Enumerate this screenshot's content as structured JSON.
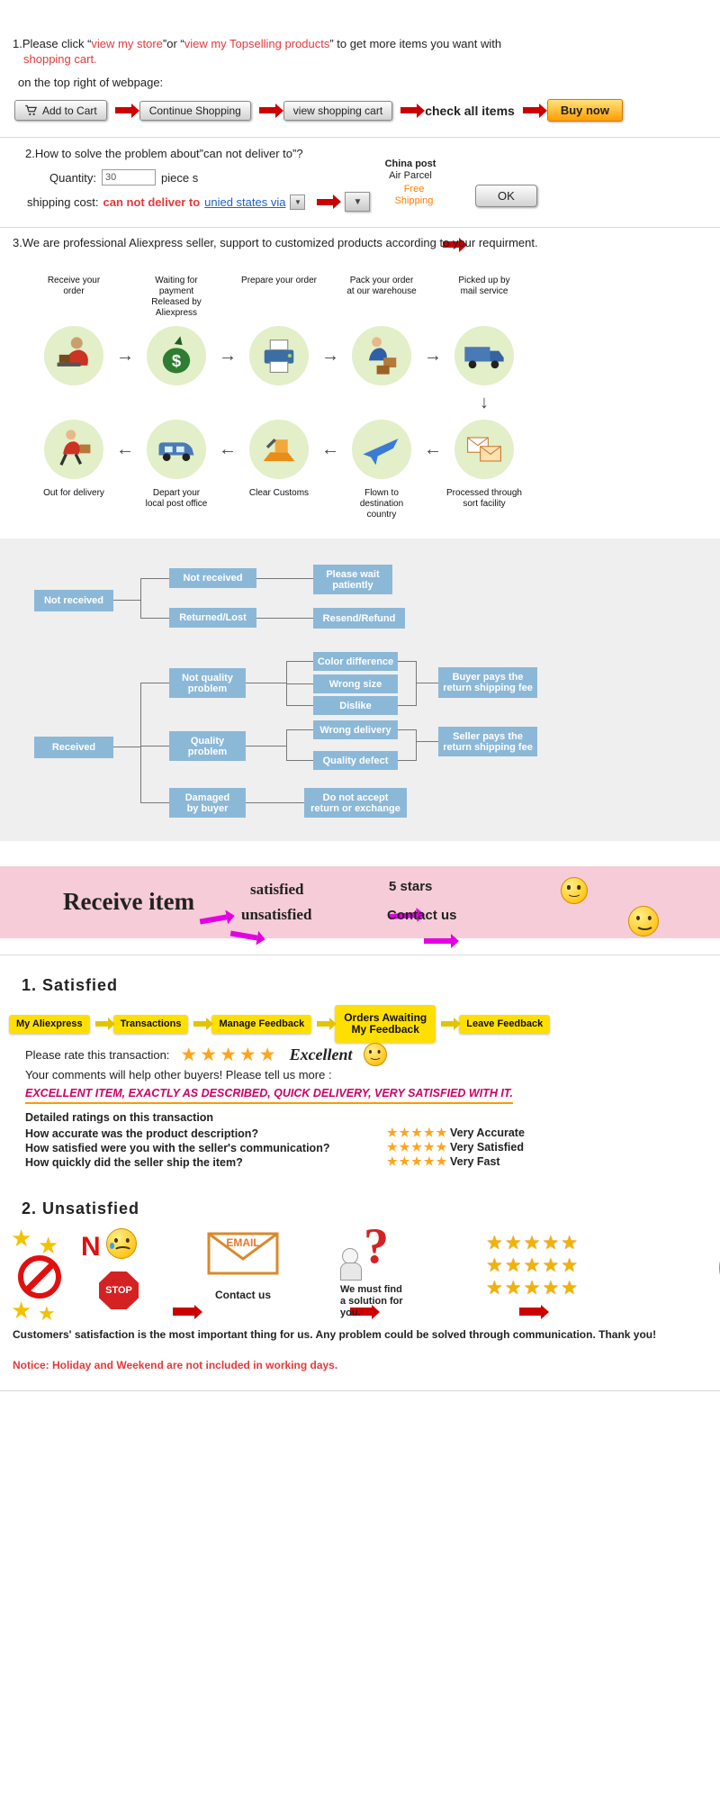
{
  "s1": {
    "t1": "1.Please click “",
    "link1": "view my store",
    "t2": "”or “",
    "link2": "view my Topselling products",
    "t3": "” to get more items you want with",
    "t4": "shopping cart.",
    "t5": "on the top right of webpage:",
    "buttons": {
      "add": "Add to Cart",
      "continue": "Continue Shopping",
      "view": "view shopping cart",
      "check": "check all items",
      "buy": "Buy now"
    }
  },
  "s2": {
    "heading": "2.How to solve the problem about”can not deliver to”?",
    "quantity_label": "Quantity:",
    "quantity_value": "30",
    "quantity_suffix": "piece s",
    "ship1": "shipping cost:",
    "ship_red": "can not deliver to",
    "ship_link": "unied states via",
    "china_post": "China post",
    "air_parcel": "Air Parcel",
    "free_shipping": "Free\nShipping",
    "ok": "OK"
  },
  "s3": {
    "heading": "3.We are professional Aliexpress seller, support to customized products according to your requirment.",
    "top_labels": [
      "Receive your order",
      "Waiting for payment\nReleased by Aliexpress",
      "Prepare your order",
      "Pack your order\nat our warehouse",
      "Picked up by\nmail service"
    ],
    "bottom_labels": [
      "Out for delivery",
      "Depart your\nlocal post office",
      "Clear Customs",
      "Flown to destination\ncountry",
      "Processed through\nsort facility"
    ]
  },
  "fc": {
    "root1": "Not received",
    "c1a": "Not received",
    "r1a": "Please wait\npatiently",
    "c1b": "Returned/Lost",
    "r1b": "Resend/Refund",
    "root2": "Received",
    "c2a": "Not quality\nproblem",
    "s_color": "Color difference",
    "s_size": "Wrong size",
    "s_dislike": "Dislike",
    "r2a": "Buyer pays the\nreturn shipping fee",
    "c2b": "Quality\nproblem",
    "s_delivery": "Wrong delivery",
    "s_defect": "Quality defect",
    "r2b": "Seller pays the\nreturn shipping fee",
    "c2c": "Damaged\nby buyer",
    "r2c": "Do not accept\nreturn or exchange"
  },
  "banner": {
    "title": "Receive item",
    "satisfied": "satisfied",
    "unsatisfied": "unsatisfied",
    "five_stars": "5 stars",
    "contact": "Contact us"
  },
  "satisfied": {
    "heading": "1. Satisfied",
    "nav": [
      "My Aliexpress",
      "Transactions",
      "Manage Feedback",
      "Orders Awaiting\nMy Feedback",
      "Leave Feedback"
    ],
    "rate_label": "Please rate this transaction:",
    "excellent": "Excellent",
    "comments": "Your comments will help other buyers! Please tell us more :",
    "example": "EXCELLENT ITEM, EXACTLY AS DESCRIBED, QUICK DELIVERY, VERY SATISFIED WITH IT.",
    "detailed": "Detailed ratings on this transaction",
    "ratings": [
      {
        "q": "How accurate was the product description?",
        "a": "Very Accurate"
      },
      {
        "q": "How satisfied were you with the seller's communication?",
        "a": "Very Satisfied"
      },
      {
        "q": "How quickly did the seller ship the item?",
        "a": "Very Fast"
      }
    ]
  },
  "unsatisfied": {
    "heading": "2. Unsatisfied",
    "n": "N",
    "stop": "STOP",
    "email": "EMAIL",
    "contact": "Contact us",
    "solution": "We must find\na solution for\nyou."
  },
  "footer": {
    "line1": "Customers' satisfaction is the most important thing for us. Any problem could be solved through communication. Thank you!",
    "notice": "Notice: Holiday and Weekend are not included in working days."
  },
  "icons": {
    "star5": "★★★★★",
    "star2": "★★",
    "star1": "★",
    "down": "▼",
    "right": "→",
    "left": "←",
    "down_thin": "↓"
  },
  "colors": {
    "accent_red": "#cc0000",
    "notice_red": "#e4393c",
    "node_blue": "#8cb8d8",
    "banner_pink": "#f6ccd8",
    "button_yellow": "#ffdf00",
    "star_gold": "#ffa41c",
    "link_blue": "#1e62c8",
    "magenta": "#e400e4",
    "free_orange": "#ff7f00"
  }
}
